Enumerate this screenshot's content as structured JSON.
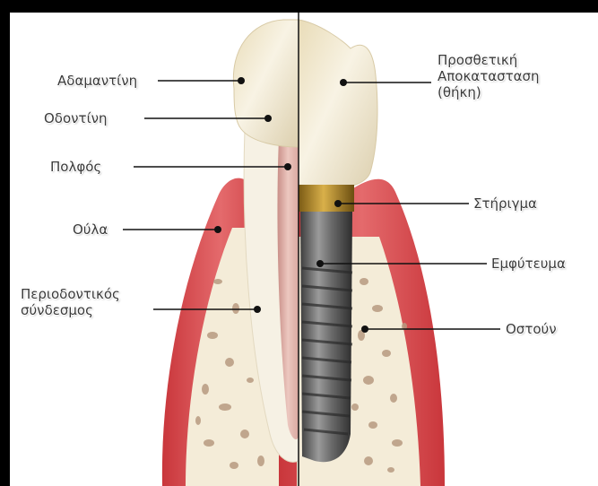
{
  "labels": {
    "enamel": "Αδαμαντίνη",
    "dentin": "Οδοντίνη",
    "pulp": "Πολφός",
    "gum": "Ούλα",
    "periodontal": [
      "Περιοδοντικός",
      "σύνδεσμος"
    ],
    "prosthetic": [
      "Προσθετική",
      "Αποκατασταση",
      "(θήκη)"
    ],
    "abutment": "Στήριγμα",
    "implant": "Εμφύτευμα",
    "bone": "Οστούν"
  },
  "colors": {
    "frame": "#000000",
    "background": "#ffffff",
    "gum": "#d9464a",
    "gum_light": "#f3b9b9",
    "bone": "#f4ecd8",
    "bone_pores": "#b89a80",
    "crown": "#f3ead2",
    "dentin": "#f6f1e4",
    "pulp": "#e2b8b0",
    "implant": "#6e6e6e",
    "abutment": "#b58a2a",
    "leader": "#111111"
  }
}
